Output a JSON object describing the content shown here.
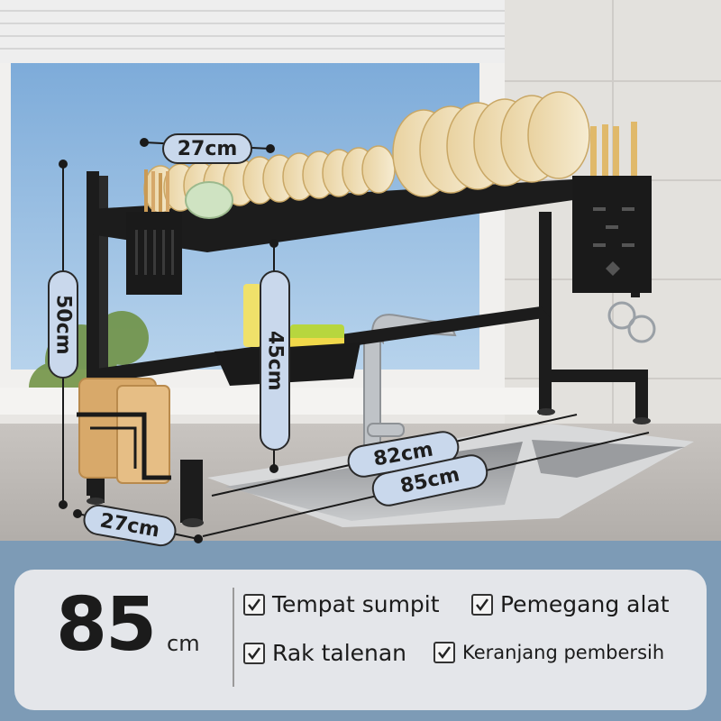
{
  "dimensions": {
    "rack_depth_top": "27cm",
    "rack_height": "50cm",
    "inner_height": "45cm",
    "inner_width": "82cm",
    "total_width": "85cm",
    "base_depth": "27cm"
  },
  "size_badge": {
    "value": "85",
    "unit": "cm"
  },
  "features": [
    {
      "label": "Tempat sumpit",
      "icon": "checkbox-icon"
    },
    {
      "label": "Pemegang alat",
      "icon": "checkbox-icon"
    },
    {
      "label": "Rak talenan",
      "icon": "checkbox-icon"
    },
    {
      "label": "Keranjang pembersih",
      "icon": "checkbox-icon"
    }
  ],
  "colors": {
    "label_pill": "#c9d8ec",
    "rack_frame": "#1c1c1c",
    "panel": "#ececee"
  }
}
